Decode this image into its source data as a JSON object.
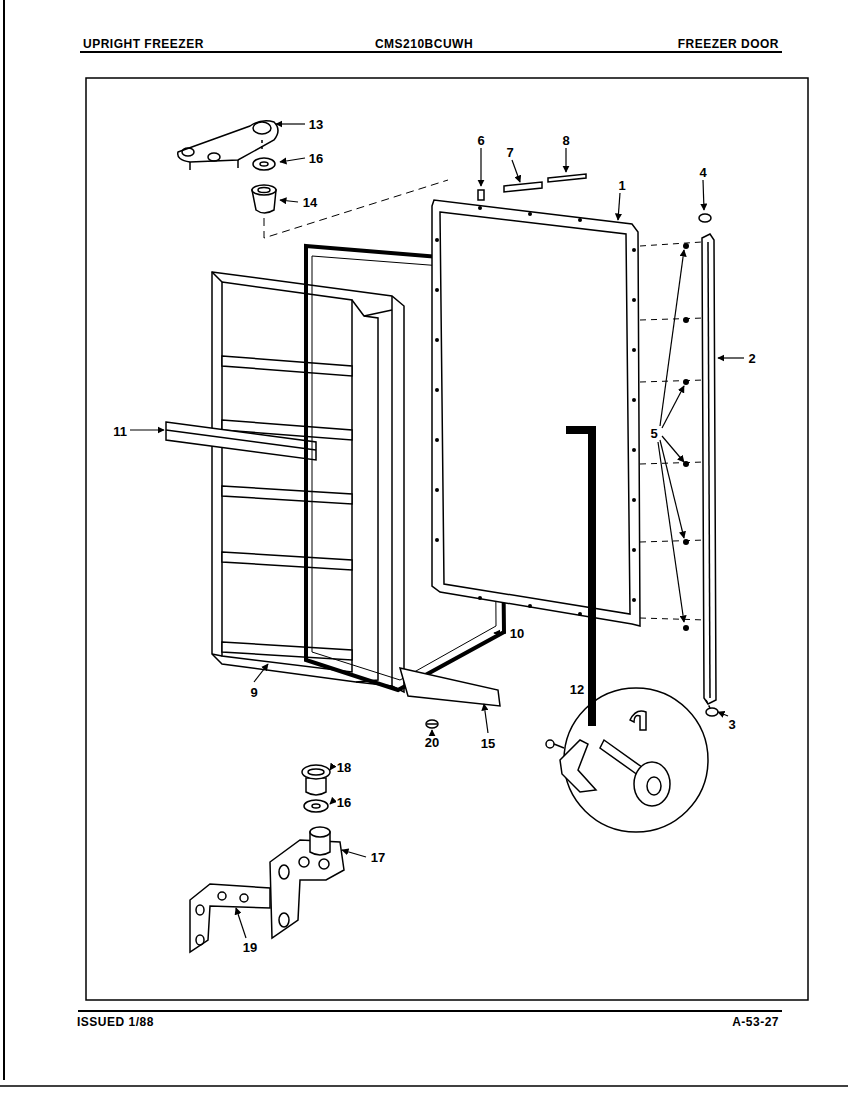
{
  "diagram": {
    "labels": [
      "UPRIGHT FREEZER",
      "CMS210BCUWH",
      "FREEZER DOOR",
      "13",
      "16",
      "14",
      "6",
      "7",
      "8",
      "1",
      "4",
      "2",
      "5",
      "11",
      "10",
      "12",
      "9",
      "20",
      "15",
      "3",
      "18",
      "16",
      "17",
      "19",
      "ISSUED 1/88",
      "A-53-27"
    ]
  }
}
